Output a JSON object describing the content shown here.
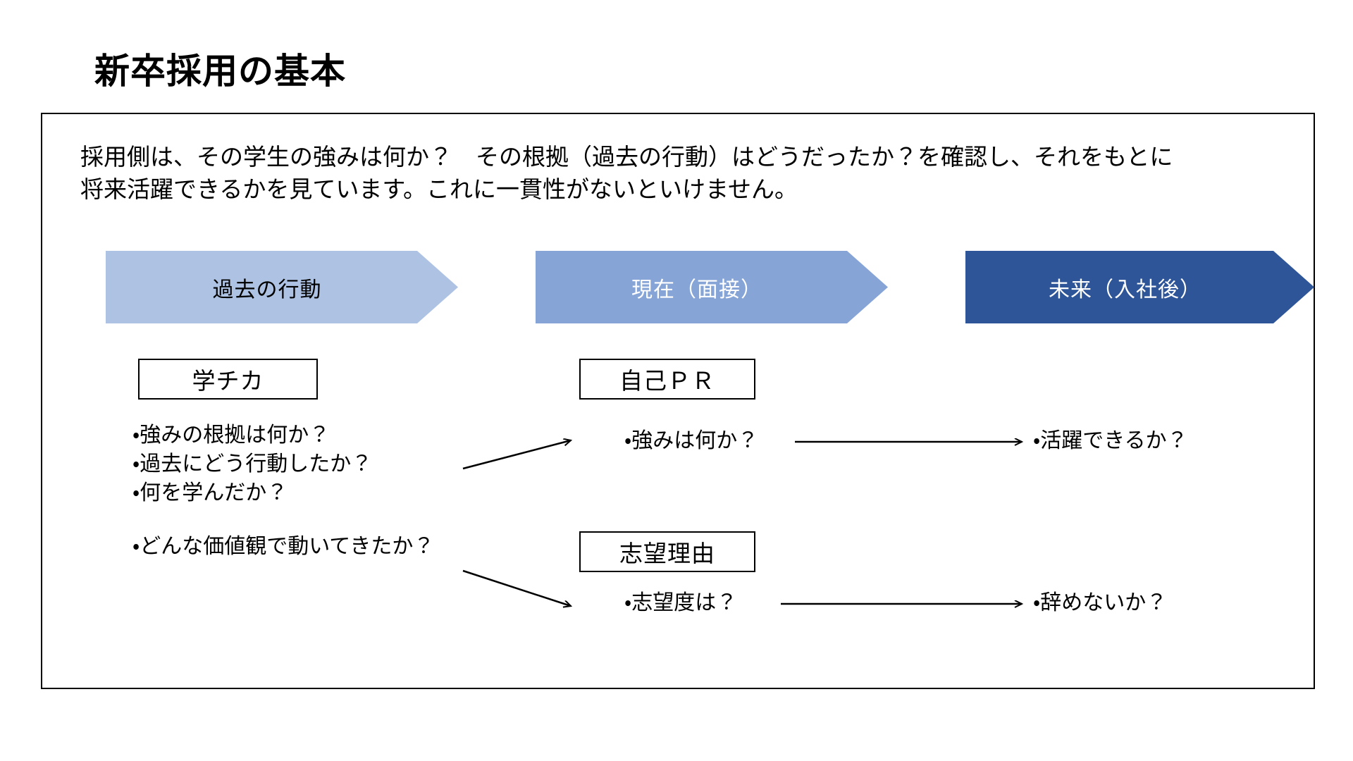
{
  "slide": {
    "title": "新卒採用の基本",
    "background_color": "#ffffff",
    "frame_border_color": "#000000"
  },
  "lead": {
    "line1": "採用側は、その学生の強みは何か？　その根拠（過去の行動）はどうだったか？を確認し、それをもとに",
    "line2": "将来活躍できるかを見ています。これに一貫性がないといけません。"
  },
  "chevrons": [
    {
      "label": "過去の行動",
      "fill": "#aec3e4",
      "text_color": "#000000"
    },
    {
      "label": "現在（面接）",
      "fill": "#86a4d6",
      "text_color": "#ffffff"
    },
    {
      "label": "未来（入社後）",
      "fill": "#2e5597",
      "text_color": "#ffffff"
    }
  ],
  "boxes": {
    "gakuchika": "学チカ",
    "jikopr": "自己ＰＲ",
    "shibou": "志望理由"
  },
  "bullets": {
    "past_primary": [
      "・強みの根拠は何か？",
      "・過去にどう行動したか？",
      "・何を学んだか？"
    ],
    "past_values": [
      "・どんな価値観で動いてきたか？"
    ],
    "present_strength": "・強みは何か？",
    "future_active": "・活躍できるか？",
    "present_motivation": "・志望度は？",
    "future_retention": "・辞めないか？"
  },
  "arrows": {
    "diagonal_upper": "arrow-past-to-present-strength",
    "horizontal_upper": "arrow-present-to-future-strength",
    "diagonal_lower": "arrow-past-to-present-motivation",
    "horizontal_lower": "arrow-present-to-future-motivation",
    "color": "#000000"
  }
}
